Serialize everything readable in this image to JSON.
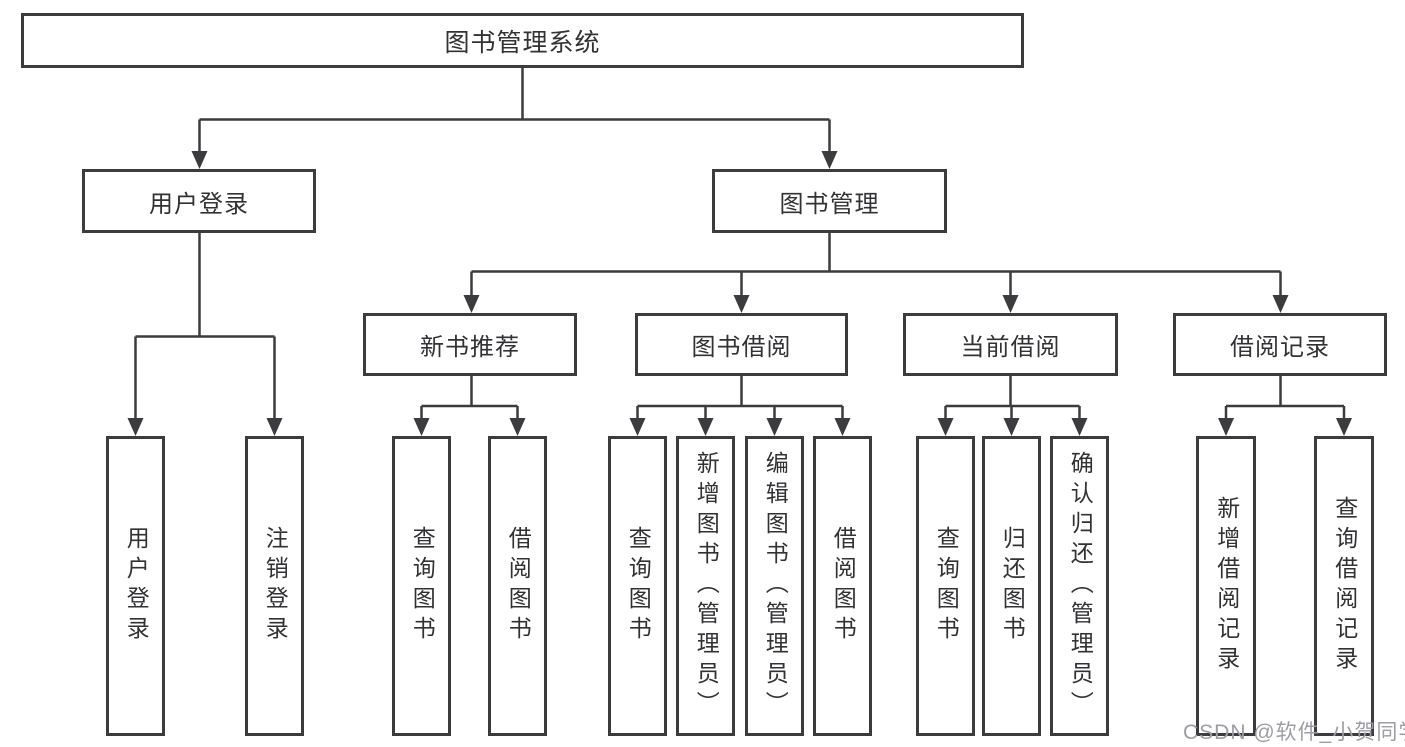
{
  "diagram": {
    "type": "hierarchy-diagram",
    "colors": {
      "background": "#ffffff",
      "line": "#3c3c3e",
      "text": "#323234",
      "watermark": "#9d9da5"
    },
    "tree": {
      "label": "图书管理系统",
      "children": [
        {
          "label": "用户登录",
          "children": [
            {
              "label": "用户登录"
            },
            {
              "label": "注销登录"
            }
          ]
        },
        {
          "label": "图书管理",
          "children": [
            {
              "label": "新书推荐",
              "children": [
                {
                  "label": "查询图书"
                },
                {
                  "label": "借阅图书"
                }
              ]
            },
            {
              "label": "图书借阅",
              "children": [
                {
                  "label": "查询图书"
                },
                {
                  "label": "新增图书（管理员）"
                },
                {
                  "label": "编辑图书（管理员）"
                },
                {
                  "label": "借阅图书"
                }
              ]
            },
            {
              "label": "当前借阅",
              "children": [
                {
                  "label": "查询图书"
                },
                {
                  "label": "归还图书"
                },
                {
                  "label": "确认归还（管理员）"
                }
              ]
            },
            {
              "label": "借阅记录",
              "children": [
                {
                  "label": "新增借阅记录"
                },
                {
                  "label": "查询借阅记录"
                }
              ]
            }
          ]
        }
      ]
    },
    "watermark": "CSDN @软件_小贺同学"
  }
}
